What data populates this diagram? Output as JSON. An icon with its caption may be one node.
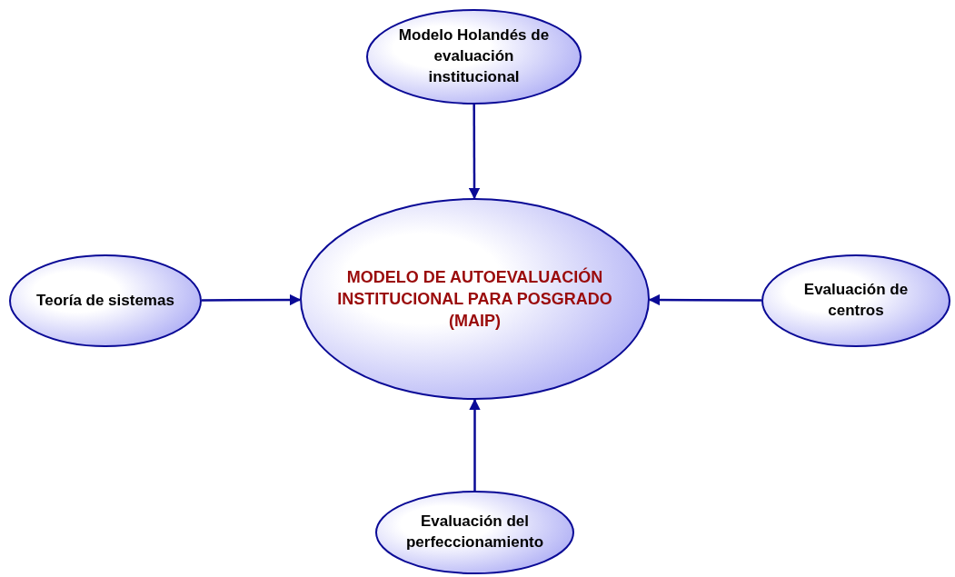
{
  "diagram": {
    "nodes": [
      {
        "text": [
          "Modelo Holandés de evaluación institucional"
        ]
      },
      {
        "text": [
          "Teoría de sistemas"
        ]
      },
      {
        "text": [
          "MODELO DE AUTOEVALUACIÓN INSTITUCIONAL PARA POSGRADO (MAIP)"
        ]
      },
      {
        "text": [
          "Evaluación de centros"
        ]
      },
      {
        "text": [
          "Evaluación del perfeccionamiento"
        ]
      }
    ],
    "edges": [
      {
        "from": 0,
        "to": 2,
        "arrow": "to"
      },
      {
        "from": 1,
        "to": 2,
        "arrow": "to"
      },
      {
        "from": 3,
        "to": 2,
        "arrow": "to"
      },
      {
        "from": 4,
        "to": 2,
        "arrow": "to"
      }
    ]
  }
}
